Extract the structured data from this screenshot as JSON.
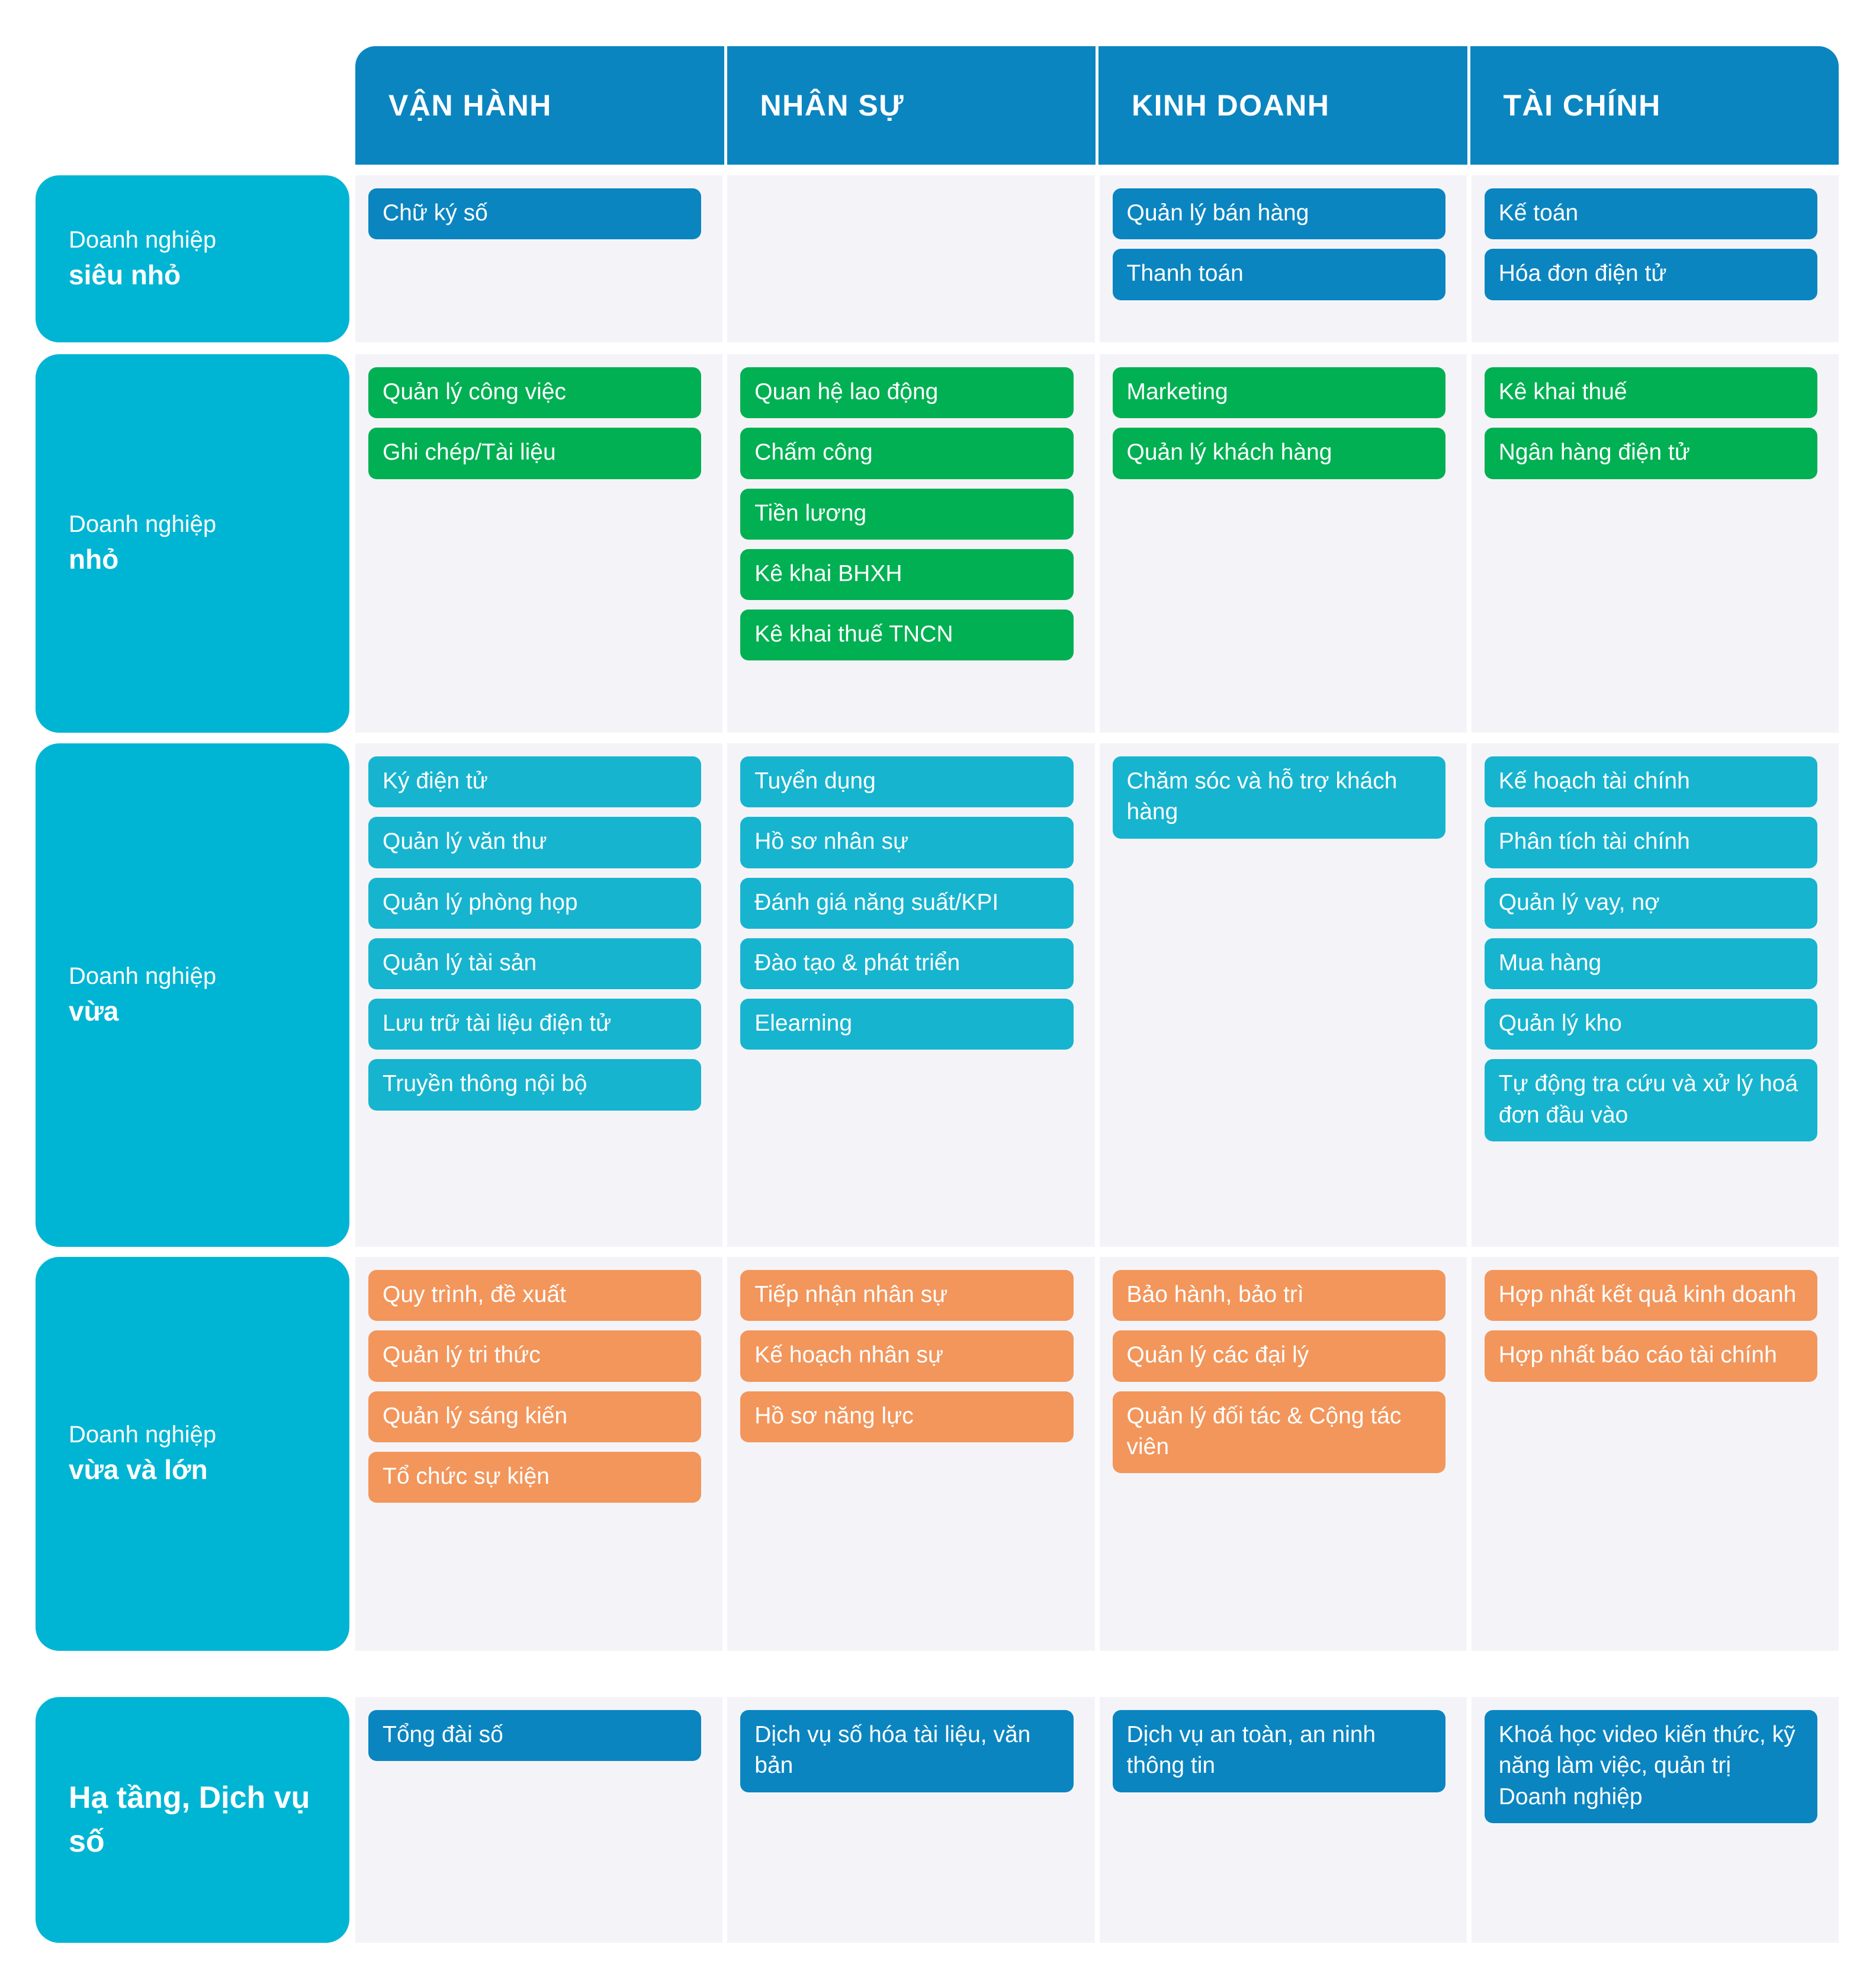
{
  "columns": [
    {
      "label": "VẬN HÀNH"
    },
    {
      "label": "NHÂN SỰ"
    },
    {
      "label": "KINH DOANH"
    },
    {
      "label": "TÀI CHÍNH"
    }
  ],
  "colors": {
    "header_blue": "#0b85c0",
    "row_label_cyan": "#00b5d4",
    "chip_blue": "#0b85c0",
    "chip_green": "#00b052",
    "chip_cyan": "#17b4cf",
    "chip_orange": "#f2965c",
    "cell_bg": "#f4f4f8",
    "page_bg": "#ffffff"
  },
  "rows": [
    {
      "label_line1": "Doanh nghiệp",
      "label_line2": "siêu nhỏ",
      "chip_color": "blue",
      "cells": [
        [
          "Chữ ký số"
        ],
        [],
        [
          "Quản lý bán hàng",
          "Thanh toán"
        ],
        [
          "Kế toán",
          "Hóa đơn điện tử"
        ]
      ]
    },
    {
      "label_line1": "Doanh nghiệp",
      "label_line2": "nhỏ",
      "chip_color": "green",
      "cells": [
        [
          "Quản lý công việc",
          "Ghi chép/Tài liệu"
        ],
        [
          "Quan hệ lao động",
          "Chấm công",
          "Tiền lương",
          "Kê khai BHXH",
          "Kê khai thuế TNCN"
        ],
        [
          "Marketing",
          "Quản lý khách hàng"
        ],
        [
          "Kê khai thuế",
          "Ngân hàng điện tử"
        ]
      ]
    },
    {
      "label_line1": "Doanh nghiệp",
      "label_line2": "vừa",
      "chip_color": "cyan",
      "cells": [
        [
          "Ký điện tử",
          "Quản lý văn thư",
          "Quản lý phòng họp",
          "Quản lý tài sản",
          "Lưu trữ tài liệu điện tử",
          "Truyền thông nội bộ"
        ],
        [
          "Tuyển dụng",
          "Hồ sơ nhân sự",
          "Đánh giá năng suất/KPI",
          "Đào tạo & phát triển",
          "Elearning"
        ],
        [
          "Chăm sóc và hỗ trợ khách hàng"
        ],
        [
          "Kế hoạch tài chính",
          "Phân tích tài chính",
          "Quản lý vay, nợ",
          "Mua hàng",
          "Quản lý kho",
          "Tự động tra cứu và xử lý hoá đơn đầu vào"
        ]
      ]
    },
    {
      "label_line1": "Doanh nghiệp",
      "label_line2": "vừa và lớn",
      "chip_color": "orange",
      "cells": [
        [
          "Quy trình, đề xuất",
          "Quản lý tri thức",
          "Quản lý sáng kiến",
          "Tổ chức sự kiện"
        ],
        [
          "Tiếp nhận nhân sự",
          "Kế hoạch nhân sự",
          "Hồ sơ năng lực"
        ],
        [
          "Bảo hành, bảo trì",
          "Quản lý các đại lý",
          "Quản lý đối tác & Cộng tác viên"
        ],
        [
          "Hợp nhất kết quả kinh doanh",
          "Hợp nhất báo cáo tài chính"
        ]
      ]
    },
    {
      "label_line1": "",
      "label_line2": "Hạ tầng, Dịch vụ số",
      "chip_color": "blue",
      "cells": [
        [
          "Tổng đài số"
        ],
        [
          "Dịch vụ số hóa tài liệu, văn bản"
        ],
        [
          "Dịch vụ an toàn, an ninh thông tin"
        ],
        [
          "Khoá học video kiến thức, kỹ năng làm việc, quản trị Doanh nghiệp"
        ]
      ]
    }
  ]
}
